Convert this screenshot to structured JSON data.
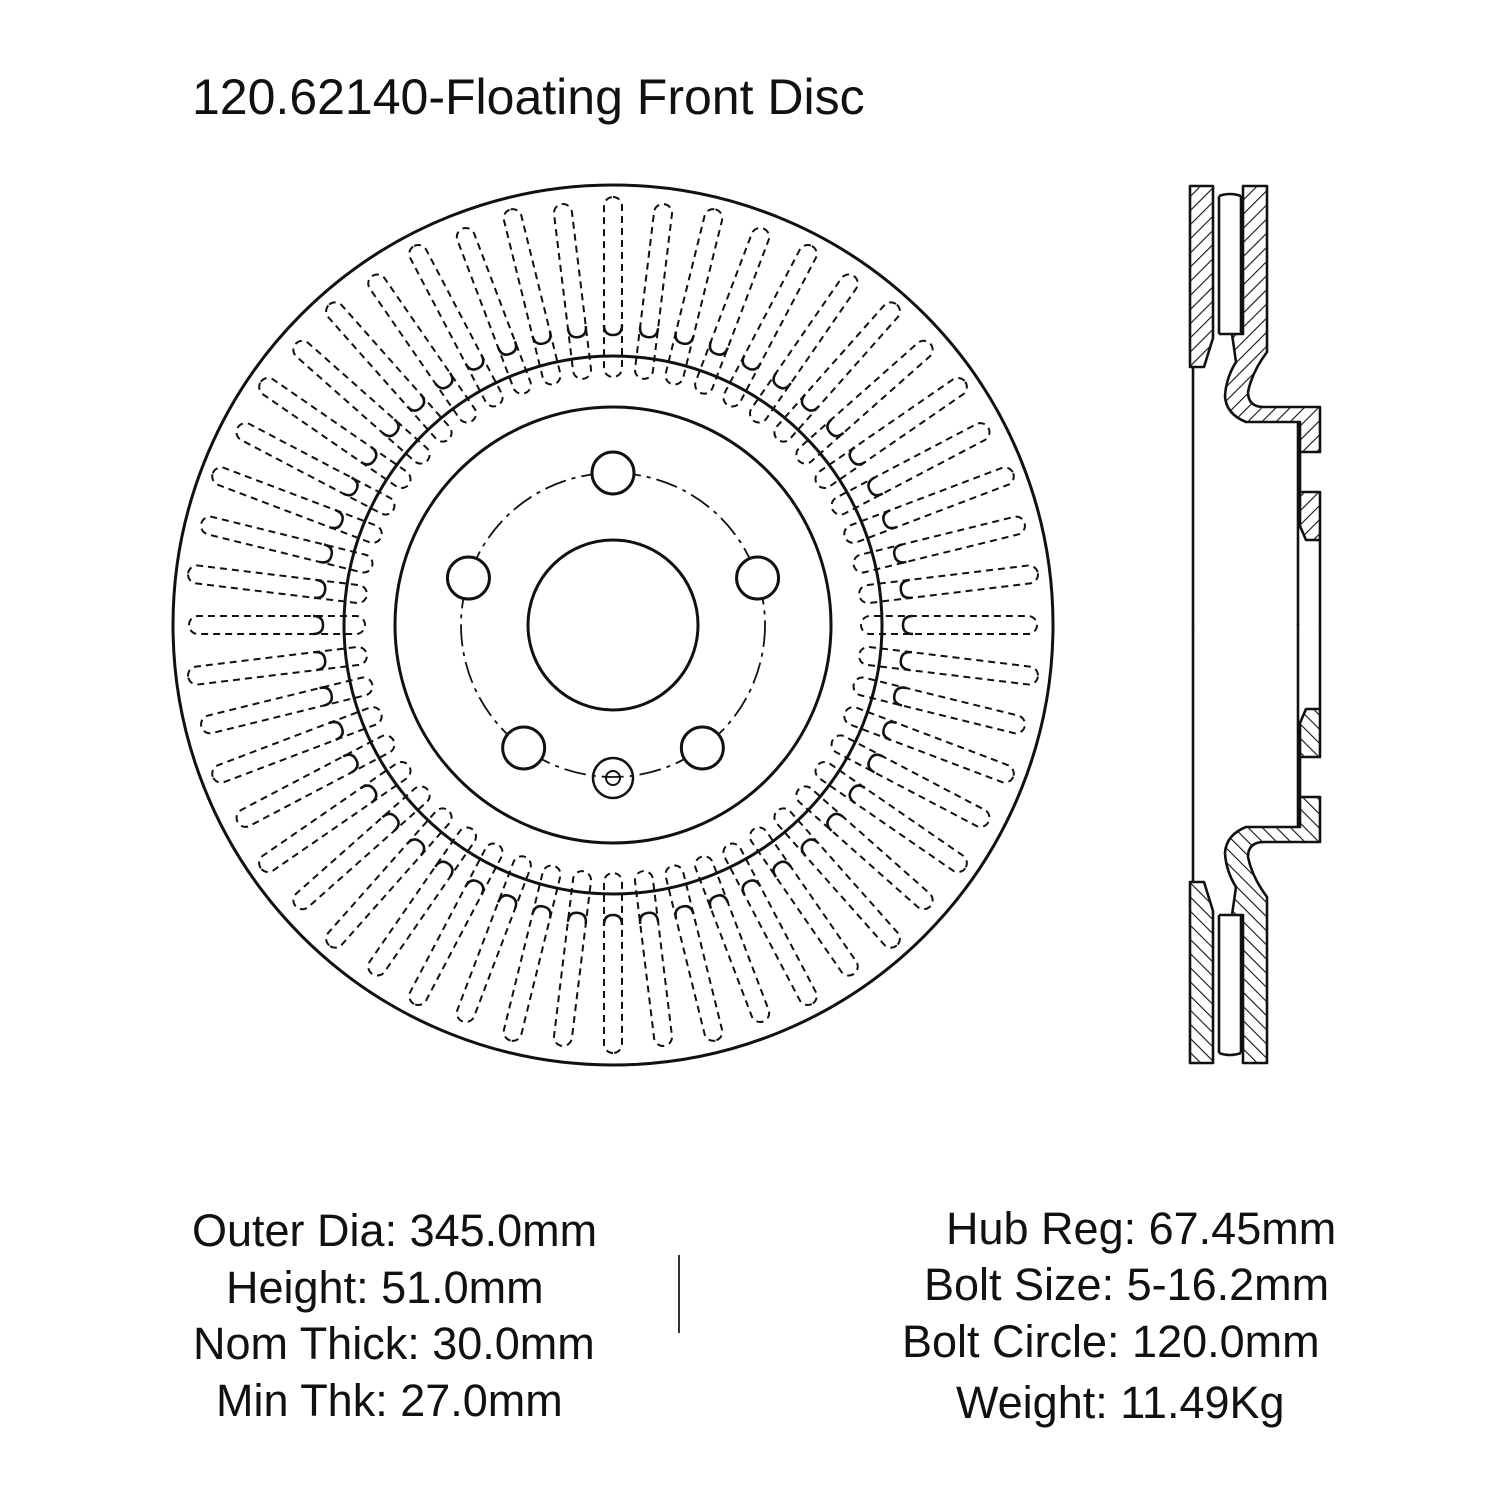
{
  "title": "120.62140-Floating Front Disc",
  "specs_left": [
    {
      "label": "Outer Dia: 345.0mm"
    },
    {
      "label": "Height: 51.0mm"
    },
    {
      "label": "Nom Thick: 30.0mm"
    },
    {
      "label": "Min Thk: 27.0mm"
    }
  ],
  "specs_right": [
    {
      "label": "Hub Reg: 67.45mm"
    },
    {
      "label": "Bolt Size: 5-16.2mm"
    },
    {
      "label": "Bolt Circle: 120.0mm"
    },
    {
      "label": "Weight: 11.49Kg"
    }
  ],
  "drawing": {
    "vane_slot_count": 52,
    "bolt_hole_count": 5,
    "line_color": "#111111"
  }
}
